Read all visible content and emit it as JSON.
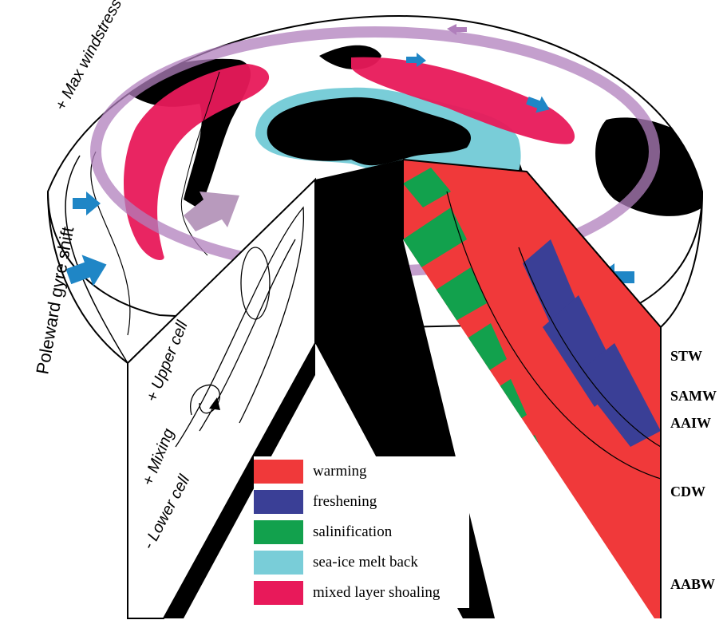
{
  "labels": {
    "max_windstress": "+ Max windstress & poleward shift",
    "poleward_gyre": "Poleward gyre shift",
    "upper_cell": "+ Upper cell",
    "mixing": "+ Mixing",
    "lower_cell": "- Lower cell"
  },
  "water_masses": [
    "STW",
    "SAMW",
    "AAIW",
    "CDW",
    "AABW"
  ],
  "legend": [
    {
      "label": "warming",
      "color": "#f0393a"
    },
    {
      "label": "freshening",
      "color": "#3a3f96"
    },
    {
      "label": "salinification",
      "color": "#12a14d"
    },
    {
      "label": "sea-ice melt back",
      "color": "#79cdd8"
    },
    {
      "label": "mixed layer shoaling",
      "color": "#e8195a"
    }
  ],
  "colors": {
    "land": "#000000",
    "ring": "#b07fbc",
    "wind_arrow": "#1f86c6",
    "big_arrow": "#b89abd"
  }
}
